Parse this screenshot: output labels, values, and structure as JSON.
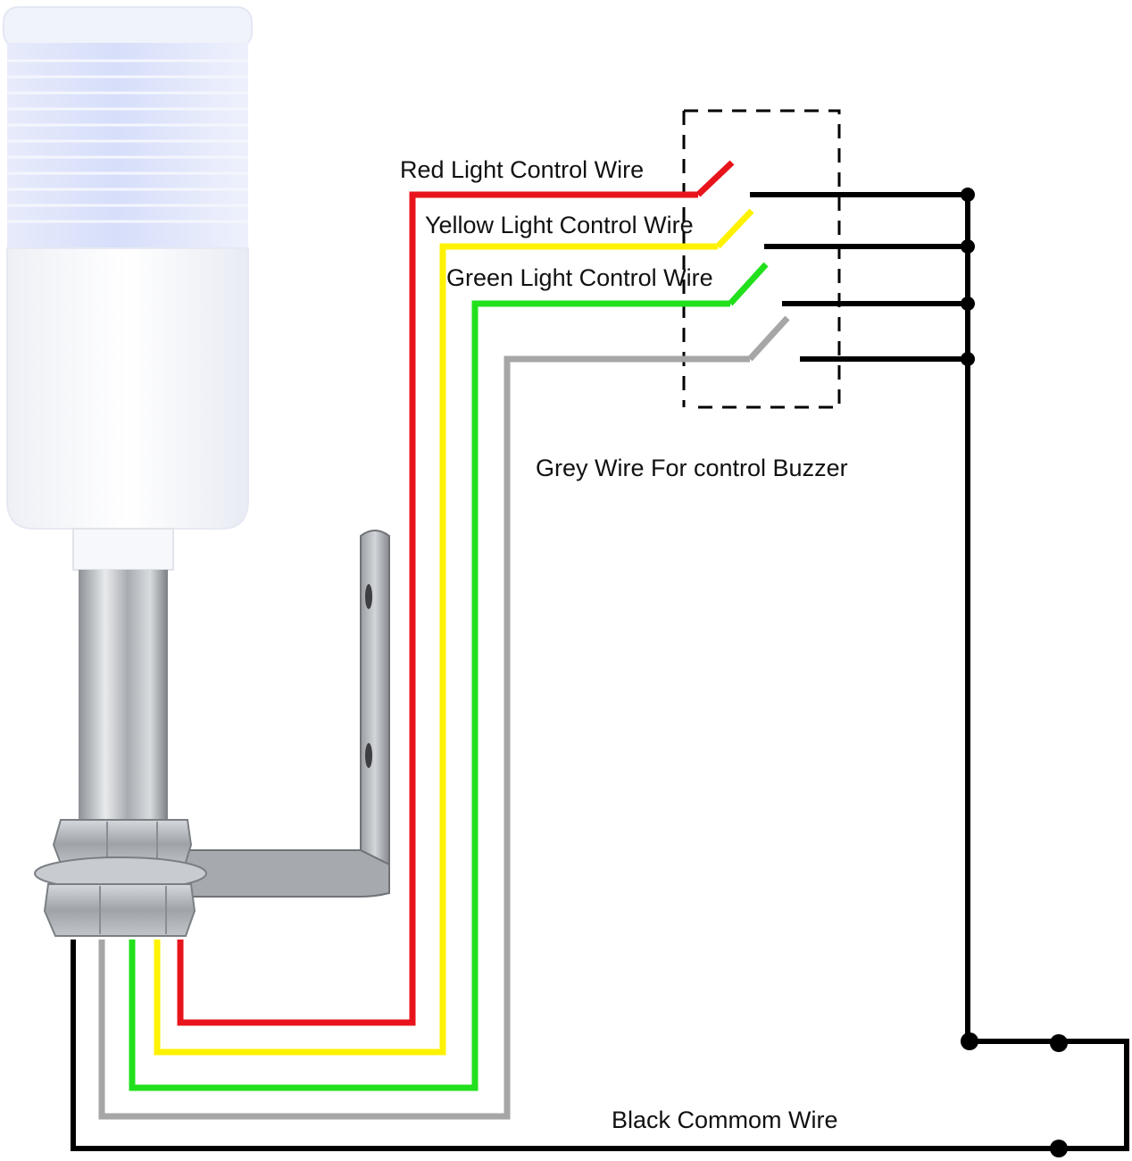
{
  "labels": {
    "red_wire": "Red Light Control Wire",
    "yellow_wire": "Yellow Light Control Wire",
    "green_wire": "Green Light Control Wire",
    "grey_wire": "Grey Wire For control Buzzer",
    "black_wire": "Black Commom Wire"
  },
  "colors": {
    "red": "#e8141c",
    "yellow": "#fff200",
    "green": "#22e01c",
    "grey": "#a6a6a6",
    "black": "#000000",
    "lamp_body": "#f3f5fa",
    "lens_tint": "#dde4fb",
    "metal": "#b9bcc0"
  },
  "components": [
    "signal-tower-lamp",
    "mounting-bracket",
    "switch-box",
    "wire-junctions"
  ]
}
